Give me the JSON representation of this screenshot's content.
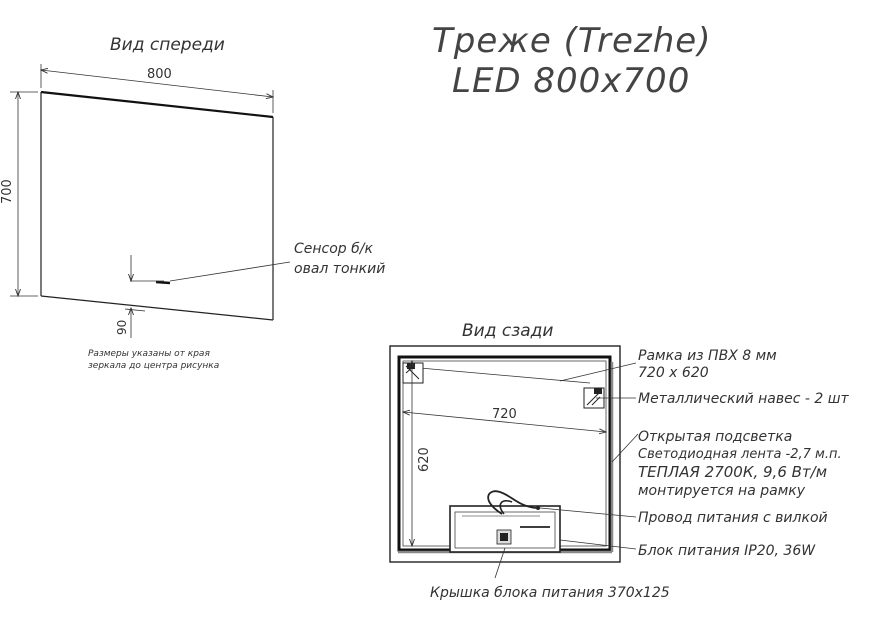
{
  "title": {
    "line1": "Треже (Trezhe)",
    "line2": "LED 800x700"
  },
  "front_view": {
    "label": "Вид спереди",
    "dim_width": "800",
    "dim_height": "700",
    "dim_sensor_offset": "90",
    "sensor_label_line1": "Сенсор б/к",
    "sensor_label_line2": "овал тонкий",
    "note_line1": "Размеры указаны от края",
    "note_line2": "зеркала до центра рисунка"
  },
  "back_view": {
    "label": "Вид сзади",
    "dim_width": "720",
    "dim_height": "620",
    "callouts": {
      "frame_line1": "Рамка из ПВХ 8 мм",
      "frame_line2": "720 x 620",
      "hanger": "Металлический навес - 2 шт",
      "light_line1": "Открытая подсветка",
      "light_line2": "Светодиодная лента -2,7 м.п.",
      "light_line3": "ТЕПЛАЯ 2700К, 9,6 Вт/м",
      "light_line4": "монтируется на рамку",
      "cable": "Провод питания с вилкой",
      "psu": "Блок питания IP20, 36W",
      "cover": "Крышка блока питания 370x125"
    }
  }
}
